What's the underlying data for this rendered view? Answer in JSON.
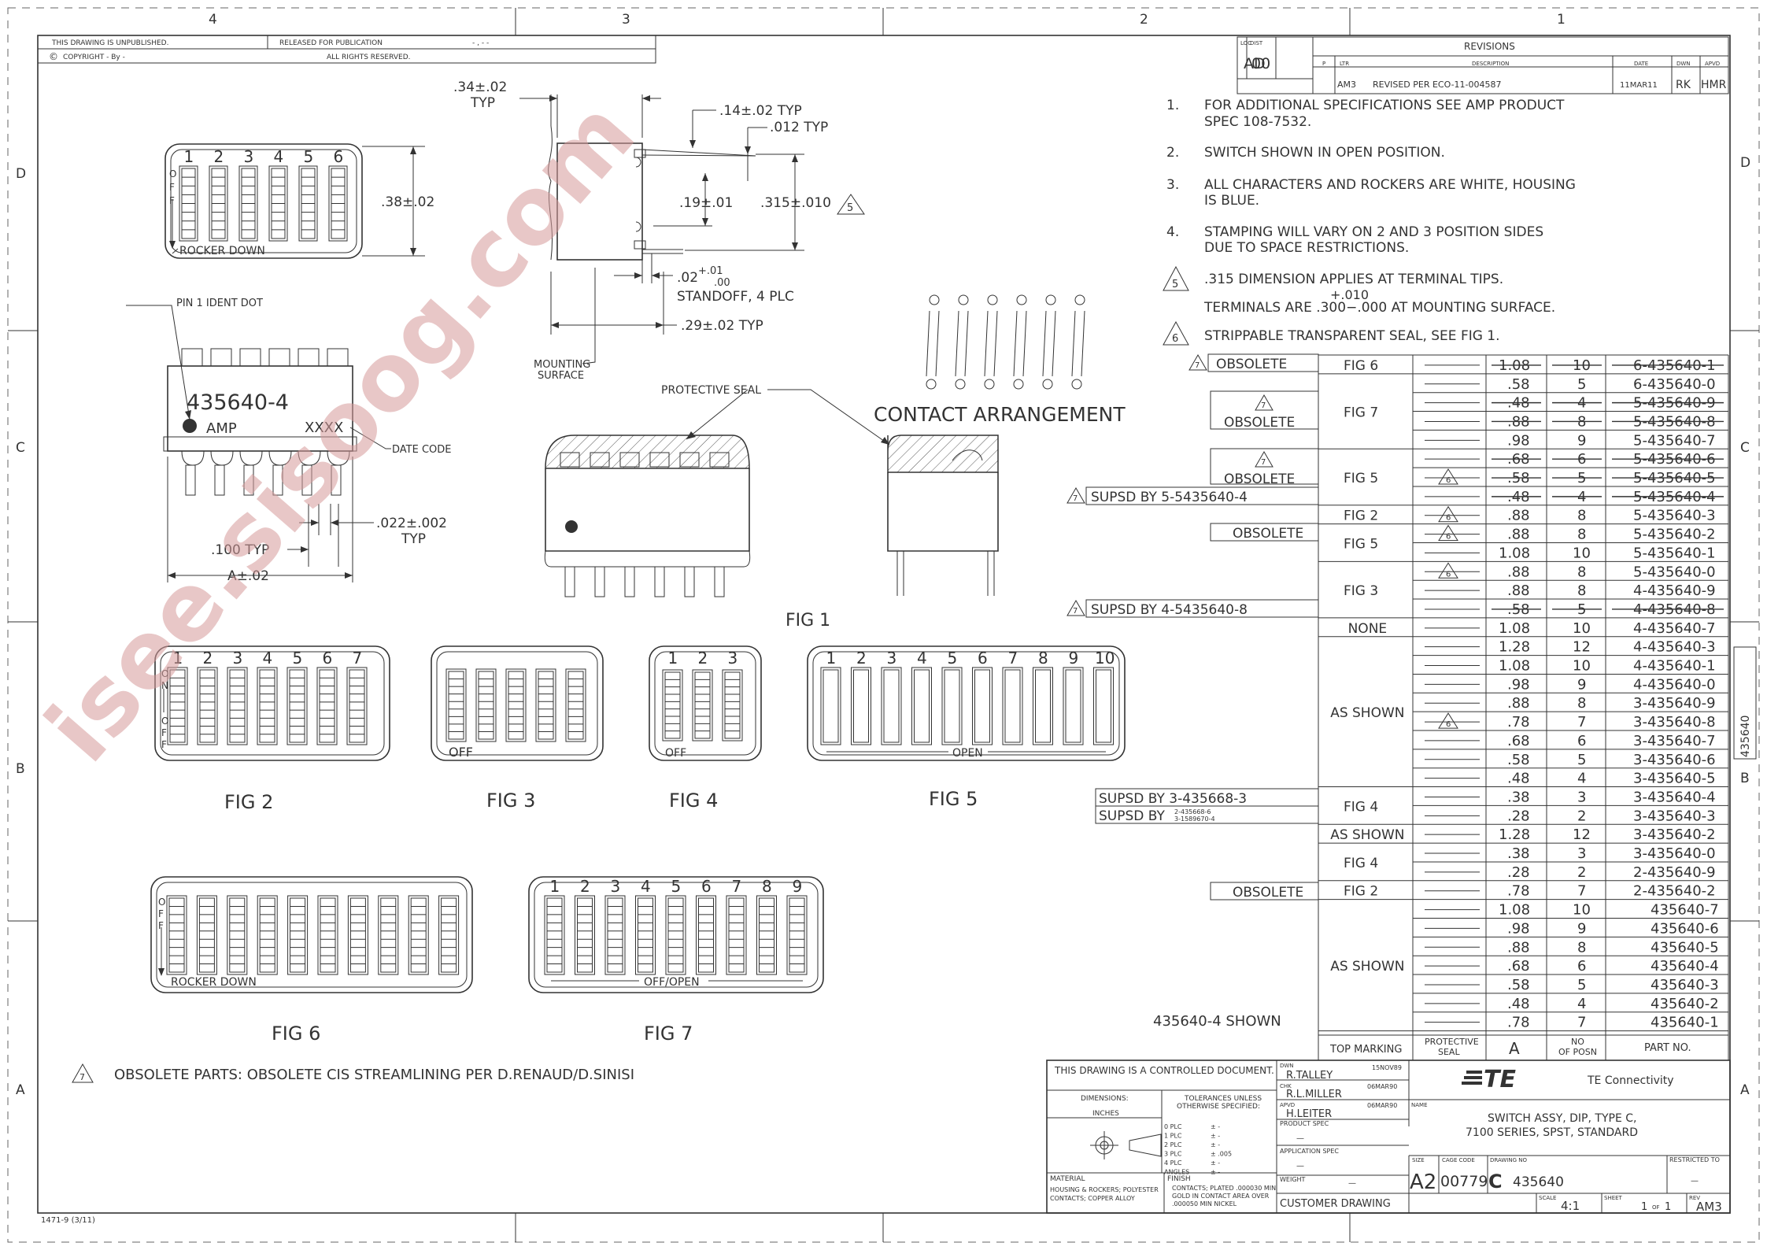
{
  "border": {
    "zones_top": [
      "4",
      "3",
      "2",
      "1"
    ],
    "zones_side": [
      "D",
      "C",
      "B",
      "A"
    ],
    "form_no": "1471-9  (3/11)",
    "side_tab": "435640"
  },
  "header": {
    "unpublished": "THIS DRAWING IS UNPUBLISHED.",
    "released": "RELEASED FOR PUBLICATION",
    "dots": "- , -   -",
    "copyright": "COPYRIGHT   -     By  -",
    "copyright_symbol": "©",
    "rights": "ALL RIGHTS RESERVED."
  },
  "revisions": {
    "loc_label": "LOC",
    "loc": "AD",
    "dist_label": "DIST",
    "dist": "00",
    "title": "REVISIONS",
    "p_label": "P",
    "ltr_label": "LTR",
    "desc_label": "DESCRIPTION",
    "date_label": "DATE",
    "dwn_label": "DWN",
    "apvd_label": "APVD",
    "row": {
      "ltr": "AM3",
      "desc": "REVISED PER ECO-11-004587",
      "date": "11MAR11",
      "dwn": "RK",
      "apvd": "HMR"
    }
  },
  "notes": [
    {
      "num": "1.",
      "lines": [
        "FOR ADDITIONAL SPECIFICATIONS SEE AMP PRODUCT",
        "SPEC 108-7532."
      ]
    },
    {
      "num": "2.",
      "lines": [
        "SWITCH SHOWN IN OPEN POSITION."
      ]
    },
    {
      "num": "3.",
      "lines": [
        "ALL CHARACTERS AND ROCKERS ARE WHITE, HOUSING",
        "IS BLUE."
      ]
    },
    {
      "num": "4.",
      "lines": [
        "STAMPING WILL VARY ON 2 AND 3 POSITION SIDES",
        "DUE TO SPACE RESTRICTIONS."
      ]
    }
  ],
  "flag_notes": {
    "n5_num": "5",
    "n5_line1": ".315 DIMENSION APPLIES AT TERMINAL TIPS.",
    "n5_tol": "+.010",
    "n5_line2": "TERMINALS ARE .300−.000 AT MOUNTING SURFACE.",
    "n6_num": "6",
    "n6_line": "STRIPPABLE TRANSPARENT SEAL, SEE FIG 1.",
    "n7_num": "7",
    "n7_line": "OBSOLETE PARTS: OBSOLETE CIS STREAMLINING PER D.RENAUD/D.SINISI"
  },
  "dims": {
    "top_typ": ".34±.02",
    "typ": "TYP",
    "d014": ".14±.02 TYP",
    "d012": ".012 TYP",
    "d019": ".19±.01",
    "d0315": ".315±.010",
    "d002": ".02",
    "d002_tol_up": "+.01",
    "d002_tol_dn": ".00",
    "standoff": "STANDOFF, 4 PLC",
    "d029": ".29±.02 TYP",
    "mounting1": "MOUNTING",
    "mounting2": "SURFACE",
    "d038": ".38±.02",
    "pin1": "PIN 1 IDENT DOT",
    "part": "435640-4",
    "amp": "AMP",
    "xxxx": "XXXX",
    "date_code": "DATE CODE",
    "d0022": ".022±.002",
    "d0100": ".100 TYP",
    "a002": "A±.02",
    "protective_seal": "PROTECTIVE SEAL",
    "contact_arr": "CONTACT ARRANGEMENT",
    "rocker_down": "ROCKER DOWN"
  },
  "figures": {
    "fig1": "FIG 1",
    "fig2": "FIG 2",
    "fig3": "FIG 3",
    "fig4": "FIG 4",
    "fig5": "FIG 5",
    "fig6": "FIG 6",
    "fig7": "FIG 7",
    "off": "OFF",
    "on": "ON",
    "open": "OPEN",
    "off_open": "OFF/OPEN",
    "nums6": [
      "1",
      "2",
      "3",
      "4",
      "5",
      "6"
    ],
    "nums7": [
      "1",
      "2",
      "3",
      "4",
      "5",
      "6",
      "7"
    ],
    "nums3": [
      "1",
      "2",
      "3"
    ],
    "nums10": [
      "1",
      "2",
      "3",
      "4",
      "5",
      "6",
      "7",
      "8",
      "9",
      "10"
    ],
    "nums9": [
      "1",
      "2",
      "3",
      "4",
      "5",
      "6",
      "7",
      "8",
      "9"
    ]
  },
  "parts_table": {
    "rows": [
      {
        "dim": "1.08",
        "posn": "10",
        "part": "6-435640-1",
        "struck": true
      },
      {
        "dim": ".58",
        "posn": "5",
        "part": "6-435640-0",
        "struck": false
      },
      {
        "dim": ".48",
        "posn": "4",
        "part": "5-435640-9",
        "struck": true
      },
      {
        "dim": ".88",
        "posn": "8",
        "part": "5-435640-8",
        "struck": true
      },
      {
        "dim": ".98",
        "posn": "9",
        "part": "5-435640-7",
        "struck": false
      },
      {
        "dim": ".68",
        "posn": "6",
        "part": "5-435640-6",
        "struck": true
      },
      {
        "dim": ".58",
        "posn": "5",
        "part": "5-435640-5",
        "struck": true
      },
      {
        "dim": ".48",
        "posn": "4",
        "part": "5-435640-4",
        "struck": true
      },
      {
        "dim": ".88",
        "posn": "8",
        "part": "5-435640-3",
        "struck": false
      },
      {
        "dim": ".88",
        "posn": "8",
        "part": "5-435640-2",
        "struck": false
      },
      {
        "dim": "1.08",
        "posn": "10",
        "part": "5-435640-1",
        "struck": false
      },
      {
        "dim": ".88",
        "posn": "8",
        "part": "5-435640-0",
        "struck": false
      },
      {
        "dim": ".88",
        "posn": "8",
        "part": "4-435640-9",
        "struck": false
      },
      {
        "dim": ".58",
        "posn": "5",
        "part": "4-435640-8",
        "struck": true
      },
      {
        "dim": "1.08",
        "posn": "10",
        "part": "4-435640-7",
        "struck": false
      },
      {
        "dim": "1.28",
        "posn": "12",
        "part": "4-435640-3",
        "struck": false
      },
      {
        "dim": "1.08",
        "posn": "10",
        "part": "4-435640-1",
        "struck": false
      },
      {
        "dim": ".98",
        "posn": "9",
        "part": "4-435640-0",
        "struck": false
      },
      {
        "dim": ".88",
        "posn": "8",
        "part": "3-435640-9",
        "struck": false
      },
      {
        "dim": ".78",
        "posn": "7",
        "part": "3-435640-8",
        "struck": false
      },
      {
        "dim": ".68",
        "posn": "6",
        "part": "3-435640-7",
        "struck": false
      },
      {
        "dim": ".58",
        "posn": "5",
        "part": "3-435640-6",
        "struck": false
      },
      {
        "dim": ".48",
        "posn": "4",
        "part": "3-435640-5",
        "struck": false
      },
      {
        "dim": ".38",
        "posn": "3",
        "part": "3-435640-4",
        "struck": false
      },
      {
        "dim": ".28",
        "posn": "2",
        "part": "3-435640-3",
        "struck": false
      },
      {
        "dim": "1.28",
        "posn": "12",
        "part": "3-435640-2",
        "struck": false
      },
      {
        "dim": ".38",
        "posn": "3",
        "part": "3-435640-0",
        "struck": false
      },
      {
        "dim": ".28",
        "posn": "2",
        "part": "2-435640-9",
        "struck": false
      },
      {
        "dim": ".78",
        "posn": "7",
        "part": "2-435640-2",
        "struck": false
      },
      {
        "dim": "1.08",
        "posn": "10",
        "part": "435640-7",
        "struck": false
      },
      {
        "dim": ".98",
        "posn": "9",
        "part": "435640-6",
        "struck": false
      },
      {
        "dim": ".88",
        "posn": "8",
        "part": "435640-5",
        "struck": false
      },
      {
        "dim": ".68",
        "posn": "6",
        "part": "435640-4",
        "struck": false
      },
      {
        "dim": ".58",
        "posn": "5",
        "part": "435640-3",
        "struck": false
      },
      {
        "dim": ".48",
        "posn": "4",
        "part": "435640-2",
        "struck": false
      },
      {
        "dim": ".78",
        "posn": "7",
        "part": "435640-1",
        "struck": false
      }
    ],
    "marking_groups": [
      {
        "start": 0,
        "span": 1,
        "text": "FIG 6"
      },
      {
        "start": 1,
        "span": 4,
        "text": "FIG 7"
      },
      {
        "start": 5,
        "span": 3,
        "text": "FIG 5"
      },
      {
        "start": 8,
        "span": 1,
        "text": "FIG 2"
      },
      {
        "start": 9,
        "span": 2,
        "text": "FIG 5"
      },
      {
        "start": 11,
        "span": 3,
        "text": "FIG 3"
      },
      {
        "start": 14,
        "span": 1,
        "text": "NONE"
      },
      {
        "start": 15,
        "span": 8,
        "text": "AS SHOWN"
      },
      {
        "start": 23,
        "span": 2,
        "text": "FIG 4"
      },
      {
        "start": 25,
        "span": 1,
        "text": "AS SHOWN"
      },
      {
        "start": 26,
        "span": 2,
        "text": "FIG 4"
      },
      {
        "start": 28,
        "span": 1,
        "text": "FIG 2"
      },
      {
        "start": 29,
        "span": 7,
        "text": "AS SHOWN"
      }
    ],
    "seal_flags": [
      6,
      8,
      9,
      11,
      19
    ],
    "side_obsolete": "OBSOLETE",
    "supsd1": "SUPSD BY 5-5435640-4",
    "supsd2": "SUPSD BY 4-5435640-8",
    "supsd3": "SUPSD BY 3-435668-3",
    "supsd4": "SUPSD BY",
    "supsd4a": "2-435668-6",
    "supsd4b": "3-1589670-4",
    "shown": "435640-4 SHOWN",
    "hdr_marking": "TOP MARKING",
    "hdr_seal1": "PROTECTIVE",
    "hdr_seal2": "SEAL",
    "hdr_dim": "A",
    "hdr_no": "NO",
    "hdr_posn": "OF POSN",
    "hdr_part": "PART NO."
  },
  "title_block": {
    "controlled": "THIS DRAWING IS A CONTROLLED DOCUMENT.",
    "dwn_label": "DWN",
    "dwn": "R.TALLEY",
    "dwn_date": "15NOV89",
    "chk_label": "CHK",
    "chk": "R.L.MILLER",
    "chk_date": "06MAR90",
    "apvd_label": "APVD",
    "apvd": "H.LEITER",
    "apvd_date": "06MAR90",
    "dimensions": "DIMENSIONS:",
    "inches": "INCHES",
    "tol1": "TOLERANCES UNLESS",
    "tol2": "OTHERWISE SPECIFIED:",
    "tols": [
      {
        "k": "0 PLC",
        "v": "± -"
      },
      {
        "k": "1 PLC",
        "v": "± -"
      },
      {
        "k": "2 PLC",
        "v": "± -"
      },
      {
        "k": "3 PLC",
        "v": "± .005"
      },
      {
        "k": "4 PLC",
        "v": "± -"
      },
      {
        "k": "ANGLES",
        "v": "± -"
      }
    ],
    "product_spec": "PRODUCT SPEC",
    "product_spec_val": "—",
    "app_spec": "APPLICATION SPEC",
    "app_spec_val": "—",
    "weight": "WEIGHT",
    "weight_val": "—",
    "material": "MATERIAL",
    "material_val1": "HOUSING & ROCKERS; POLYESTER",
    "material_val2": "CONTACTS; COPPER ALLOY",
    "finish": "FINISH",
    "finish1": "CONTACTS; PLATED .000030 MIN",
    "finish2": "GOLD IN CONTACT AREA OVER",
    "finish3": ".000050 MIN NICKEL",
    "customer": "CUSTOMER DRAWING",
    "te": "TE",
    "te_conn": "TE Connectivity",
    "name_label": "NAME",
    "name1": "SWITCH ASSY, DIP, TYPE C,",
    "name2": "7100 SERIES, SPST, STANDARD",
    "size_label": "SIZE",
    "size": "A2",
    "cage_label": "CAGE CODE",
    "cage": "00779",
    "dwg_label": "DRAWING NO",
    "dwg_prefix": "C",
    "dwg": "435640",
    "restricted": "RESTRICTED TO",
    "restricted_val": "—",
    "scale_label": "SCALE",
    "scale": "4:1",
    "sheet_label": "SHEET",
    "sheet": "1",
    "of": "OF",
    "sheet_total": "1",
    "rev_label": "REV",
    "rev": "AM3"
  },
  "watermark": "isee.sisoog.com"
}
